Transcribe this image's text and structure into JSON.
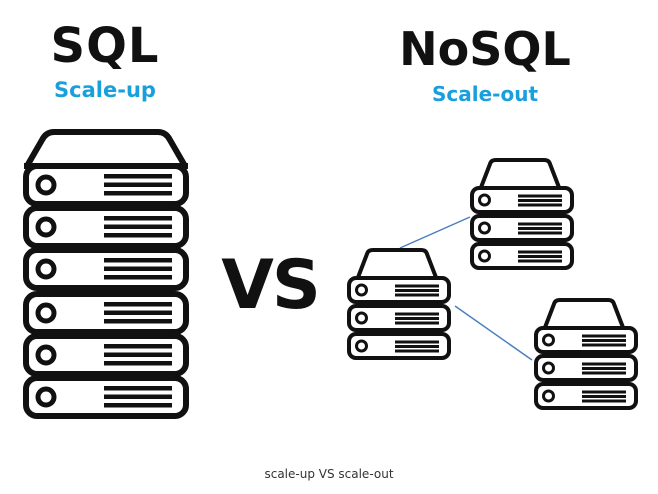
{
  "left": {
    "title": "SQL",
    "subtitle": "Scale-up"
  },
  "right": {
    "title": "NoSQL",
    "subtitle": "Scale-out"
  },
  "center_label": "VS",
  "caption": "scale-up VS scale-out",
  "colors": {
    "title": "#111111",
    "subtitle": "#1a9fdd",
    "server_stroke": "#111111",
    "connector": "#4a7fc0"
  },
  "icons": {
    "left_stack": "tall-server-stack-icon",
    "right_nodes": "server-node-icon"
  }
}
